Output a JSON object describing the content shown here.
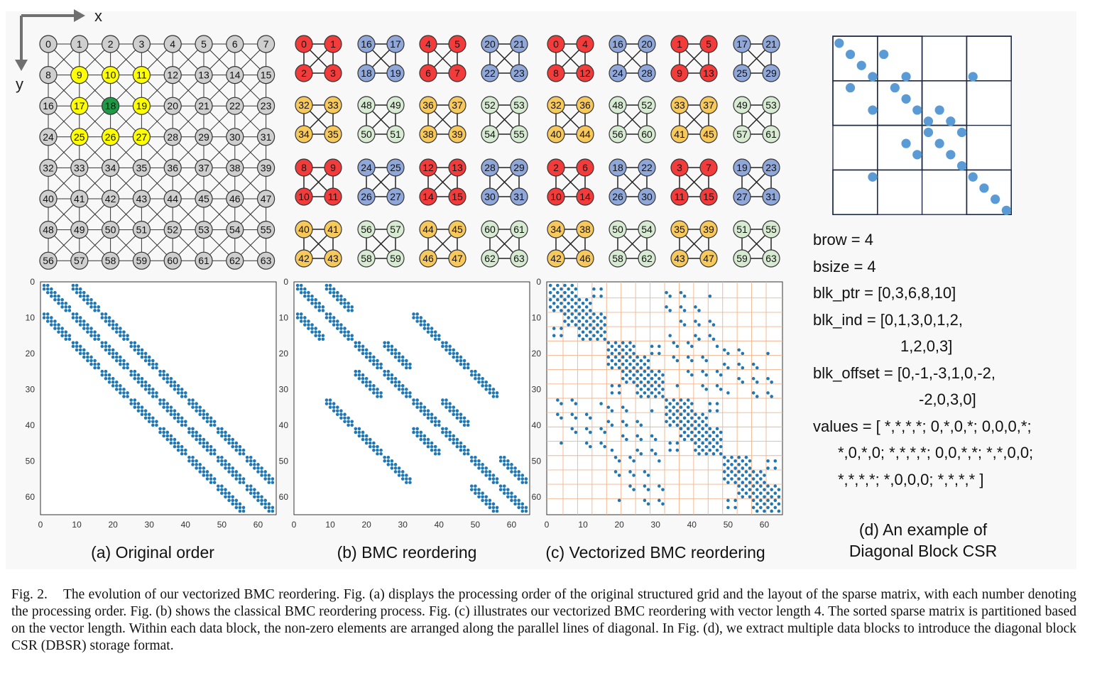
{
  "axes_labels": {
    "x": "x",
    "y": "y"
  },
  "grid_nodes": [
    "0",
    "1",
    "2",
    "3",
    "4",
    "5",
    "6",
    "7",
    "8",
    "9",
    "10",
    "11",
    "12",
    "13",
    "14",
    "15",
    "16",
    "17",
    "18",
    "19",
    "20",
    "21",
    "22",
    "23",
    "24",
    "25",
    "26",
    "27",
    "28",
    "29",
    "30",
    "31",
    "32",
    "33",
    "34",
    "35",
    "36",
    "37",
    "38",
    "39",
    "40",
    "41",
    "42",
    "43",
    "44",
    "45",
    "46",
    "47",
    "48",
    "49",
    "50",
    "51",
    "52",
    "53",
    "54",
    "55",
    "56",
    "57",
    "58",
    "59",
    "60",
    "61",
    "62",
    "63"
  ],
  "highlight": {
    "yellow": [
      9,
      10,
      11,
      17,
      19,
      25,
      26,
      27
    ],
    "green": [
      18
    ]
  },
  "colors": {
    "red": "#f23b3b",
    "blue": "#8fa7d9",
    "orange": "#f7c95c",
    "lightgreen": "#d7ead2",
    "gray": "#cfcfcf",
    "yellow": "#ffff00",
    "green": "#1e9a46",
    "dot": "#1f77b4",
    "blockline": "#1e2a44",
    "gridline": "#f2b48c"
  },
  "bmc_blocks": [
    [
      [
        "0",
        "1",
        "2",
        "3"
      ],
      [
        "16",
        "17",
        "18",
        "19"
      ],
      [
        "4",
        "5",
        "6",
        "7"
      ],
      [
        "20",
        "21",
        "22",
        "23"
      ]
    ],
    [
      [
        "32",
        "33",
        "34",
        "35"
      ],
      [
        "48",
        "49",
        "50",
        "51"
      ],
      [
        "36",
        "37",
        "38",
        "39"
      ],
      [
        "52",
        "53",
        "54",
        "55"
      ]
    ],
    [
      [
        "8",
        "9",
        "10",
        "11"
      ],
      [
        "24",
        "25",
        "26",
        "27"
      ],
      [
        "12",
        "13",
        "14",
        "15"
      ],
      [
        "28",
        "29",
        "30",
        "31"
      ]
    ],
    [
      [
        "40",
        "41",
        "42",
        "43"
      ],
      [
        "56",
        "57",
        "58",
        "59"
      ],
      [
        "44",
        "45",
        "46",
        "47"
      ],
      [
        "60",
        "61",
        "62",
        "63"
      ]
    ]
  ],
  "vbmc_blocks": [
    [
      [
        "0",
        "4",
        "8",
        "12"
      ],
      [
        "16",
        "20",
        "24",
        "28"
      ],
      [
        "1",
        "5",
        "9",
        "13"
      ],
      [
        "17",
        "21",
        "25",
        "29"
      ]
    ],
    [
      [
        "32",
        "36",
        "40",
        "44"
      ],
      [
        "48",
        "52",
        "56",
        "60"
      ],
      [
        "33",
        "37",
        "41",
        "45"
      ],
      [
        "49",
        "53",
        "57",
        "61"
      ]
    ],
    [
      [
        "2",
        "6",
        "10",
        "14"
      ],
      [
        "18",
        "22",
        "26",
        "30"
      ],
      [
        "3",
        "7",
        "11",
        "15"
      ],
      [
        "19",
        "23",
        "27",
        "31"
      ]
    ],
    [
      [
        "34",
        "38",
        "42",
        "46"
      ],
      [
        "50",
        "54",
        "58",
        "62"
      ],
      [
        "35",
        "39",
        "43",
        "47"
      ],
      [
        "51",
        "55",
        "59",
        "63"
      ]
    ]
  ],
  "block_color_cycle": [
    "red",
    "blue",
    "red",
    "blue"
  ],
  "row_colors": [
    [
      "red",
      "blue",
      "red",
      "blue"
    ],
    [
      "orange",
      "lightgreen",
      "orange",
      "lightgreen"
    ],
    [
      "red",
      "blue",
      "red",
      "blue"
    ],
    [
      "orange",
      "lightgreen",
      "orange",
      "lightgreen"
    ]
  ],
  "chart_data": [
    {
      "type": "scatter",
      "title": "(a) Original order",
      "xlim": [
        0,
        64
      ],
      "ylim": [
        64,
        0
      ],
      "xticks": [
        0,
        10,
        20,
        30,
        40,
        50,
        60
      ],
      "yticks": [
        0,
        10,
        20,
        30,
        40,
        50,
        60
      ],
      "description_of_pattern": "",
      "tick_labels": [
        "0",
        "10",
        "20",
        "30",
        "40",
        "50",
        "60"
      ]
    },
    {
      "type": "scatter",
      "title": "(b) BMC reordering",
      "xlim": [
        0,
        64
      ],
      "ylim": [
        64,
        0
      ],
      "tick_labels": [
        "0",
        "10",
        "20",
        "30",
        "40",
        "50",
        "60"
      ]
    },
    {
      "type": "scatter",
      "title": "(c) Vectorized BMC reordering",
      "xlim": [
        0,
        64
      ],
      "ylim": [
        64,
        0
      ],
      "tick_labels": [
        "0",
        "10",
        "20",
        "30",
        "40",
        "50",
        "60"
      ]
    }
  ],
  "panel_d": {
    "title_line1": "(d) An example of",
    "title_line2": "Diagonal Block CSR",
    "lines": [
      "brow = 4",
      "bsize = 4",
      "blk_ptr = [0,3,6,8,10]",
      "blk_ind = [0,1,3,0,1,2,",
      "1,2,0,3]",
      "blk_offset = [0,-1,-3,1,0,-2,",
      "-2,0,3,0]",
      "values = [ *,*,*,*; 0,*,0,*; 0,0,0,*;",
      "*,0,*,0; *,*,*,*; 0,0,*,*; *,*,0,0;",
      "*,*,*,*; *,0,0,0; *,*,*,* ]"
    ]
  },
  "caption": {
    "label": "Fig. 2.",
    "text": "The evolution of our vectorized BMC reordering. Fig. (a) displays the processing order of the original structured grid and the layout of the sparse matrix, with each number denoting the processing order. Fig. (b) shows the classical BMC reordering process. Fig. (c) illustrates our vectorized BMC reordering with vector length 4. The sorted sparse matrix is partitioned based on the vector length. Within each data block, the non-zero elements are arranged along the parallel lines of diagonal. In Fig. (d), we extract multiple data blocks to introduce the diagonal block CSR (DBSR) storage format."
  }
}
